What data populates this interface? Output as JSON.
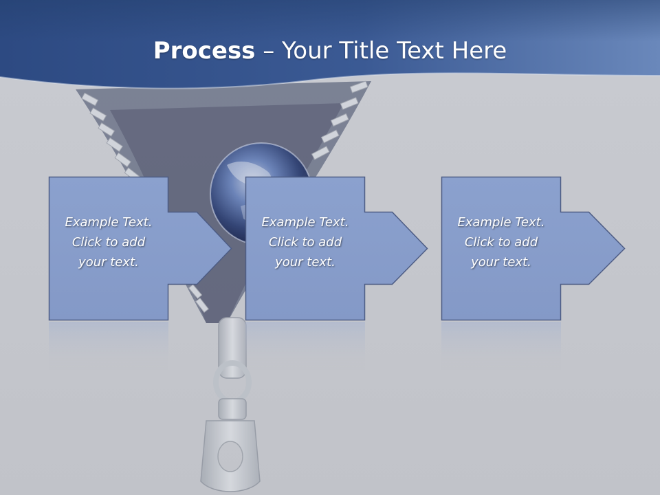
{
  "slide": {
    "title_bold": "Process",
    "title_rest": " – Your Title Text Here"
  },
  "steps": [
    {
      "line1": "Example Text.",
      "line2": "Click  to add",
      "line3": "your text."
    },
    {
      "line1": "Example Text.",
      "line2": "Click  to add",
      "line3": "your text."
    },
    {
      "line1": "Example Text.",
      "line2": "Click  to add",
      "line3": "your text."
    }
  ],
  "colors": {
    "header_dark": "#2e4a80",
    "header_light": "#5c7fb8",
    "background": "#c4c6cc",
    "box_fill": "#8aa0cc",
    "box_stroke": "#4a5a82",
    "text": "#ffffff"
  },
  "decorations": [
    "zipper-image",
    "earth-image"
  ]
}
